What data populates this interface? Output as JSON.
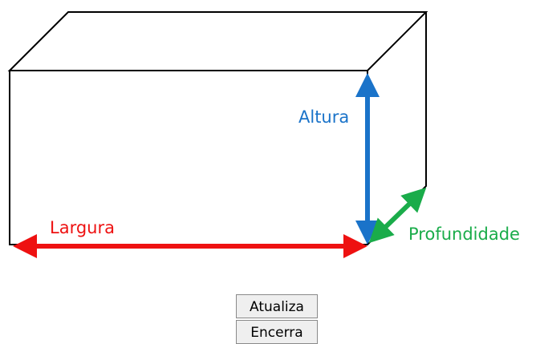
{
  "labels": {
    "height": "Altura",
    "width": "Largura",
    "depth": "Profundidade"
  },
  "buttons": {
    "update": "Atualiza",
    "close": "Encerra"
  },
  "colors": {
    "height": "#1a73c9",
    "width": "#ee1111",
    "depth": "#1aac4a",
    "box_edge": "#000000"
  }
}
